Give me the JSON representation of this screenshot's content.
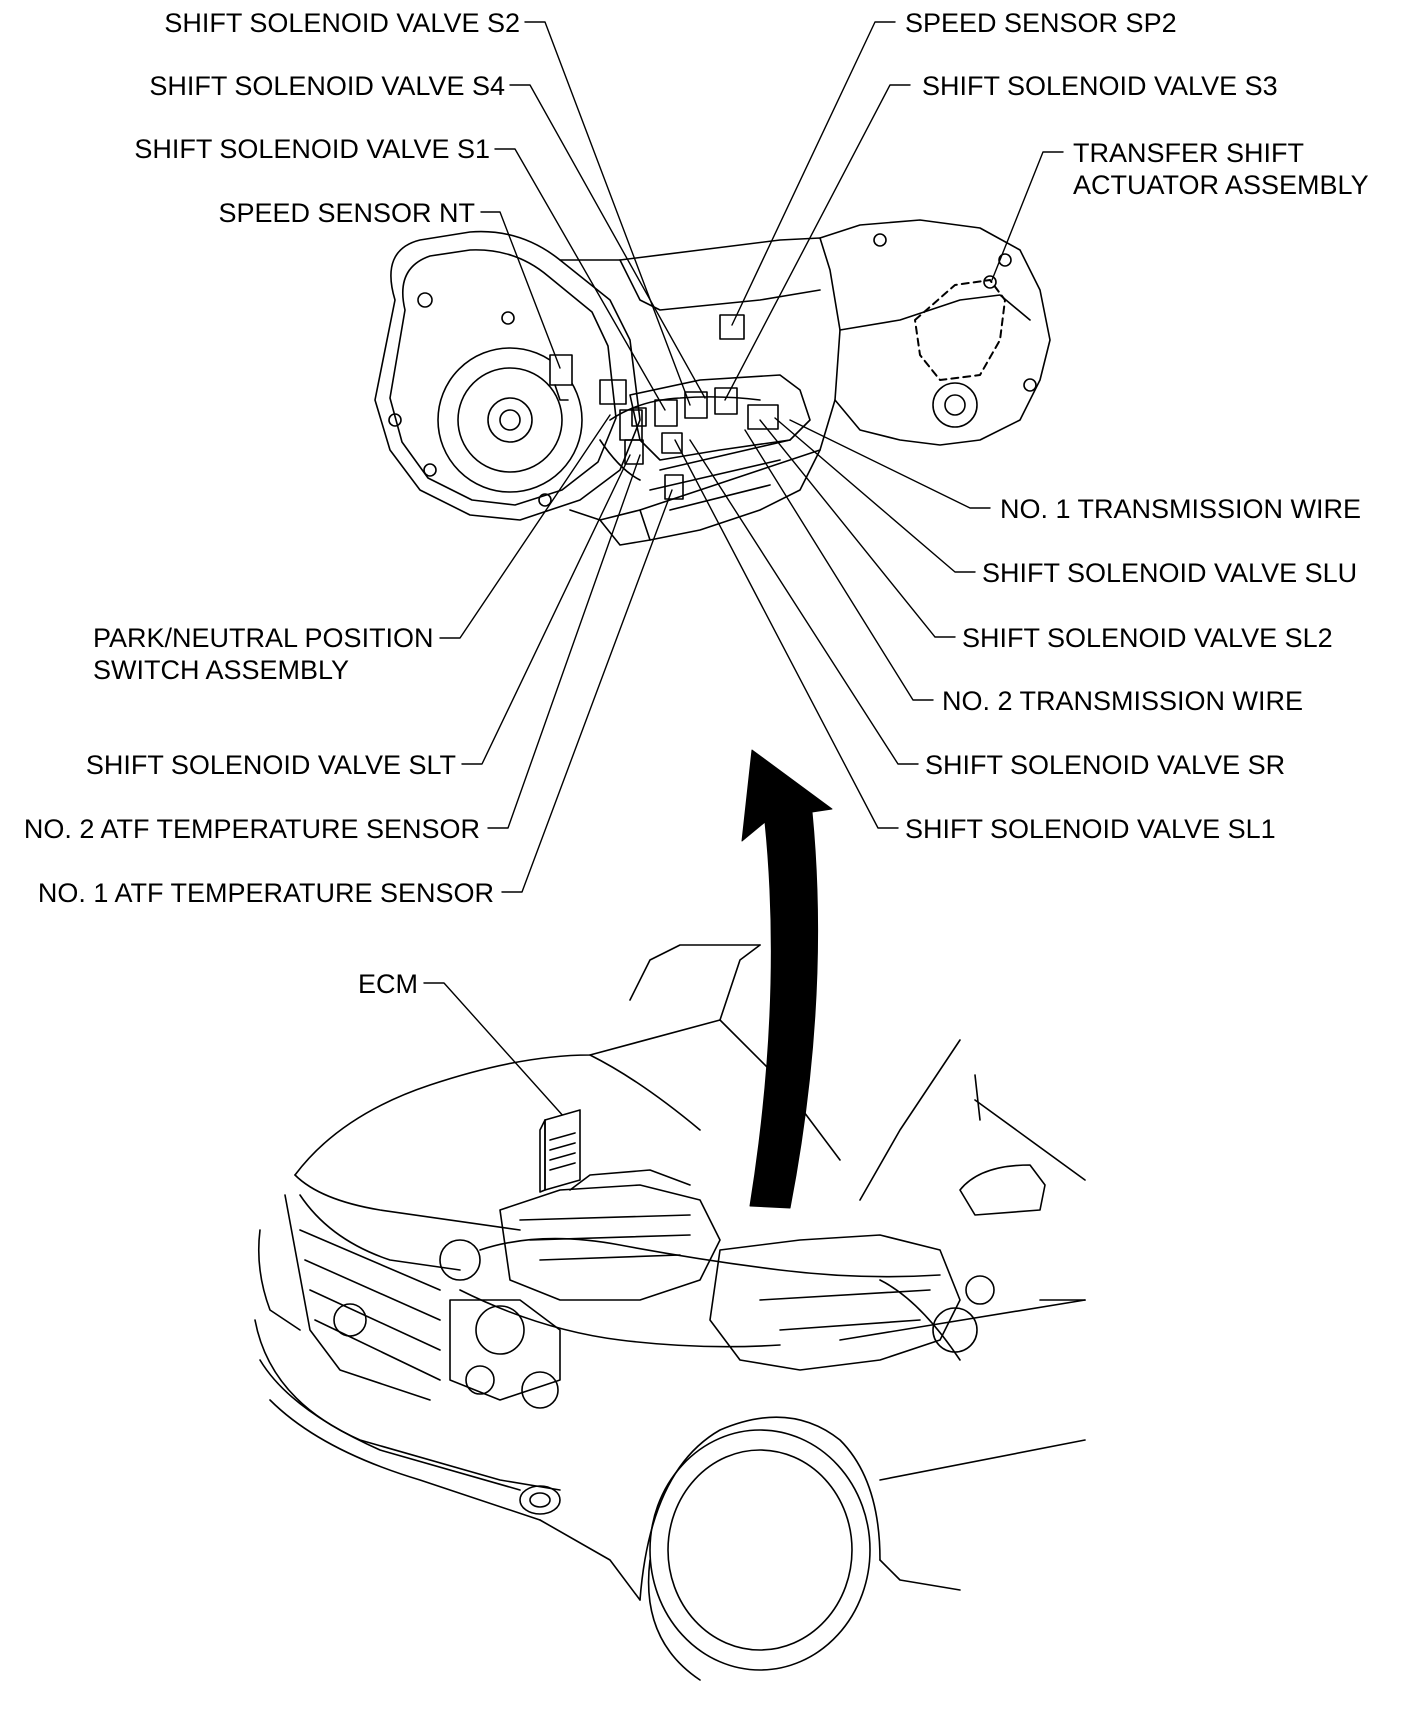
{
  "labels": {
    "shift_solenoid_s2": "SHIFT SOLENOID VALVE S2",
    "shift_solenoid_s4": "SHIFT SOLENOID VALVE S4",
    "shift_solenoid_s1": "SHIFT SOLENOID VALVE S1",
    "speed_sensor_nt": "SPEED SENSOR NT",
    "speed_sensor_sp2": "SPEED SENSOR SP2",
    "shift_solenoid_s3": "SHIFT SOLENOID VALVE S3",
    "transfer_shift_line1": "TRANSFER SHIFT",
    "transfer_shift_line2": "ACTUATOR ASSEMBLY",
    "no1_transmission_wire": "NO. 1 TRANSMISSION WIRE",
    "shift_solenoid_slu": "SHIFT SOLENOID VALVE SLU",
    "shift_solenoid_sl2": "SHIFT SOLENOID VALVE SL2",
    "no2_transmission_wire": "NO. 2 TRANSMISSION WIRE",
    "shift_solenoid_sr": "SHIFT SOLENOID VALVE SR",
    "shift_solenoid_sl1": "SHIFT SOLENOID VALVE SL1",
    "park_neutral_line1": "PARK/NEUTRAL POSITION",
    "park_neutral_line2": "SWITCH ASSEMBLY",
    "shift_solenoid_slt": "SHIFT SOLENOID VALVE SLT",
    "no2_atf_temp_sensor": "NO. 2 ATF TEMPERATURE SENSOR",
    "no1_atf_temp_sensor": "NO. 1 ATF TEMPERATURE SENSOR",
    "ecm": "ECM"
  },
  "colors": {
    "ink": "#000000",
    "paper": "#ffffff"
  }
}
